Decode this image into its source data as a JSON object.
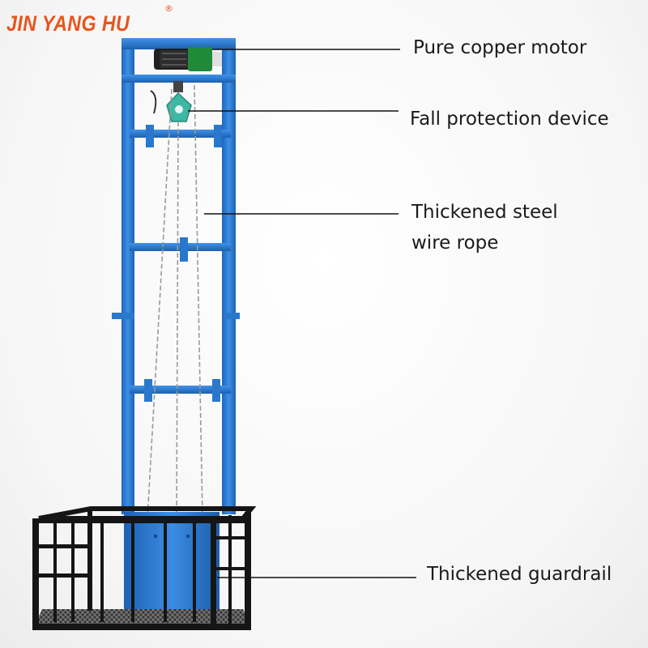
{
  "brand": {
    "name": "JIN YANG HU",
    "registered_mark": "®"
  },
  "callouts": {
    "motor": "Pure copper motor",
    "fall_protection": "Fall protection device",
    "steel_rope_line1": "Thickened steel",
    "steel_rope_line2": "wire rope",
    "guardrail": "Thickened guardrail"
  },
  "colors": {
    "brand": "#e8541c",
    "frame_blue": "#2e7fd6",
    "guardrail_black": "#151515",
    "motor_green": "#1f8a3a"
  }
}
